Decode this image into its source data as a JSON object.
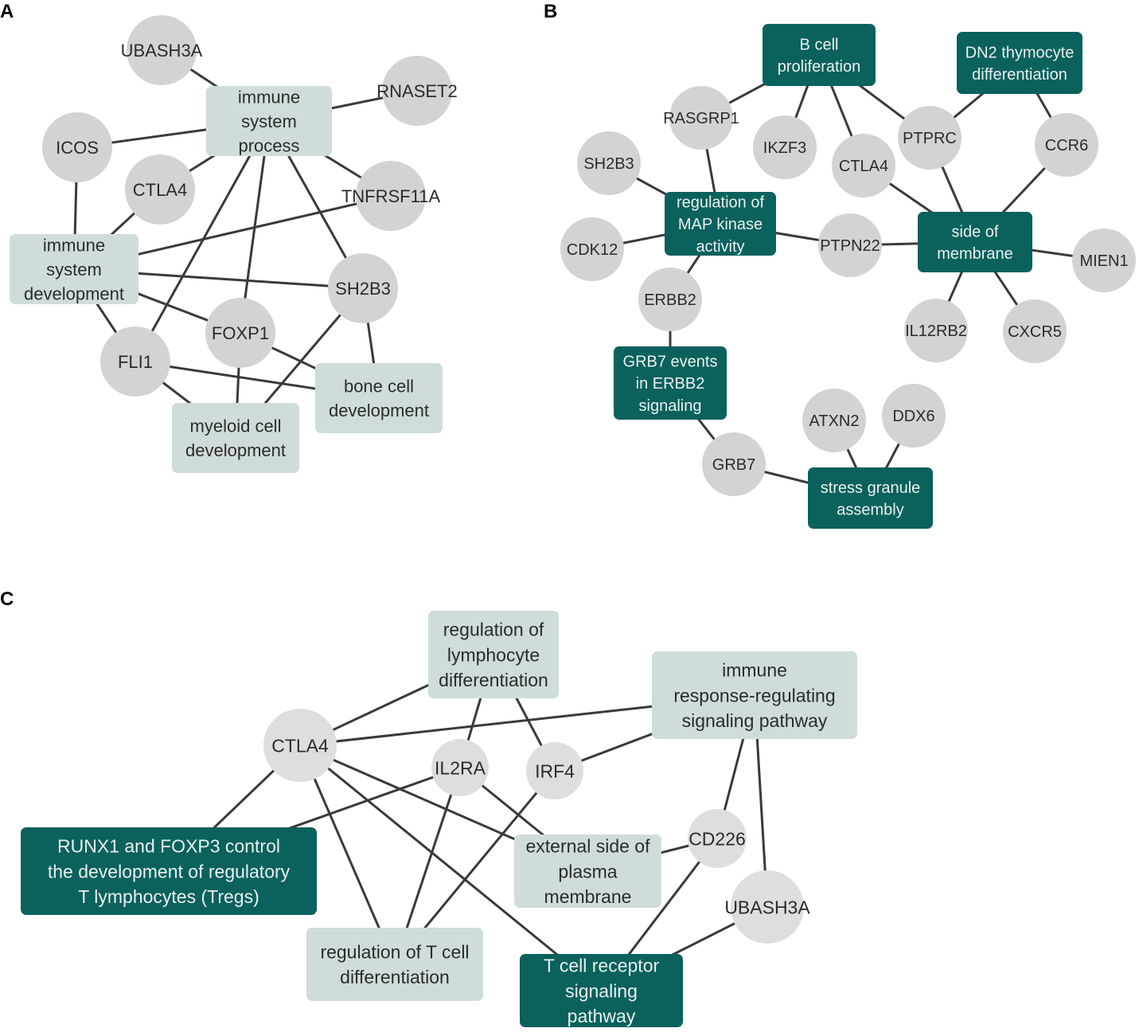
{
  "panels": [
    {
      "label": "A",
      "genes": [
        "UBASH3A",
        "RNASET2",
        "ICOS",
        "CTLA4",
        "TNFRSF11A",
        "SH2B3",
        "FOXP1",
        "FLI1"
      ],
      "terms": [
        [
          "immune",
          "system",
          "process"
        ],
        [
          "immune",
          "system",
          "development"
        ],
        [
          "bone cell",
          "development"
        ],
        [
          "myeloid cell",
          "development"
        ]
      ]
    },
    {
      "label": "B",
      "genes": [
        "RASGRP1",
        "IKZF3",
        "CTLA4",
        "PTPRC",
        "CCR6",
        "SH2B3",
        "CDK12",
        "PTPN22",
        "MIEN1",
        "ERBB2",
        "IL12RB2",
        "CXCR5",
        "ATXN2",
        "DDX6",
        "GRB7"
      ],
      "terms": [
        [
          "B cell",
          "proliferation"
        ],
        [
          "DN2 thymocyte",
          "differentiation"
        ],
        [
          "regulation of",
          "MAP kinase",
          "activity"
        ],
        [
          "side of",
          "membrane"
        ],
        [
          "GRB7 events",
          "in ERBB2",
          "signaling"
        ],
        [
          "stress granule",
          "assembly"
        ]
      ]
    },
    {
      "label": "C",
      "genes": [
        "CTLA4",
        "IL2RA",
        "IRF4",
        "CD226",
        "UBASH3A"
      ],
      "terms": [
        [
          "regulation of",
          "lymphocyte",
          "differentiation"
        ],
        [
          "immune",
          "response-regulating",
          "signaling pathway"
        ],
        [
          "RUNX1 and FOXP3 control",
          "the development of regulatory",
          "T lymphocytes (Tregs)"
        ],
        [
          "external side of",
          "plasma",
          "membrane"
        ],
        [
          "regulation of T cell",
          "differentiation"
        ],
        [
          "T cell receptor",
          "signaling",
          "pathway"
        ]
      ]
    }
  ],
  "colors": {
    "gene_node": "#d3d3d3",
    "light_term": "#d0dcdc",
    "dark_term": "#0b615c",
    "edge": "#3a3a3a"
  }
}
